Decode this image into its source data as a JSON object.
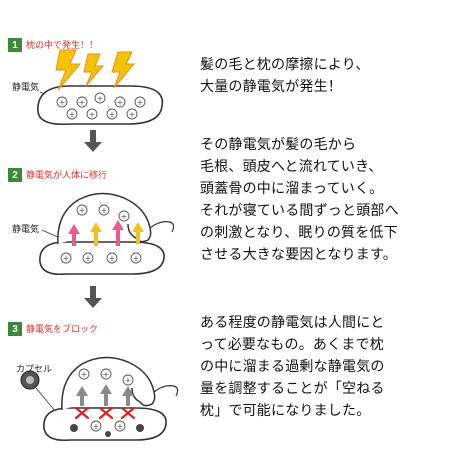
{
  "steps": [
    {
      "number": "1",
      "title": "枕の中で発生！！"
    },
    {
      "number": "2",
      "title": "静電気が人体に移行"
    },
    {
      "number": "3",
      "title": "静電気をブロック"
    }
  ],
  "labels": {
    "static1": "静電気",
    "static2": "静電気",
    "capsule": "カプセル",
    "plus": "+"
  },
  "paragraphs": {
    "p1": "髪の毛と枕の摩擦により、\n大量の静電気が発生！",
    "p2": "その静電気が髪の毛から\n毛根、頭皮へと流れていき、\n頭蓋骨の中に溜まっていく。\nそれが寝ている間ずっと頭部へ\nの刺激となり、眠りの質を低下\nさせる大きな要因となります。",
    "p3": "ある程度の静電気は人間にと\nって必要なもの。あくまで枕\nの中に溜まる過剰な静電気の\n量を調整することが「空ねる\n枕」で可能になりました。"
  },
  "colors": {
    "step_green": "#3a8a3a",
    "title_red": "#e8302b",
    "lightning_yellow": "#f5c400",
    "lightning_orange": "#f08a1c",
    "arrow_pink": "#e95c8c",
    "arrow_yellow": "#f2c21a",
    "block_red": "#e02020",
    "arrow_gray": "#8a8a8a"
  }
}
